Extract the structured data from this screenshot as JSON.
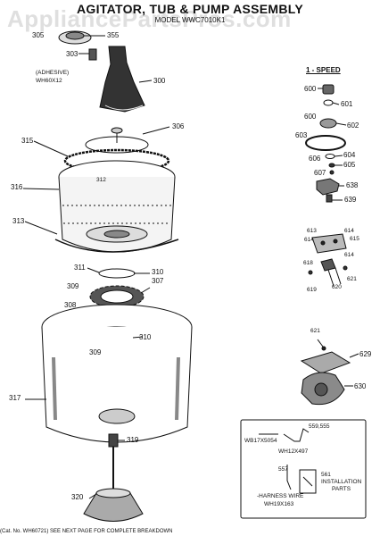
{
  "title": "AGITATOR, TUB & PUMP ASSEMBLY",
  "subtitle": "MODEL WWC7010K1",
  "watermark": "AppliancePartsPros.com",
  "speed_label": "1 - SPEED",
  "adhesive_label": "(ADHESIVE)",
  "adhesive_part": "WH60X12",
  "labels": {
    "p305": "305",
    "p355": "355",
    "p303": "303",
    "p300": "300",
    "p306": "306",
    "p315": "315",
    "p312": "312",
    "p316": "316",
    "p313": "313",
    "p311": "311",
    "p310a": "310",
    "p307": "307",
    "p309a": "309",
    "p308": "308",
    "p310b": "310",
    "p309b": "309",
    "p317": "317",
    "p319": "319",
    "p320": "320",
    "p600a": "600",
    "p601": "601",
    "p600b": "600",
    "p602": "602",
    "p603": "603",
    "p604": "604",
    "p606": "606",
    "p605": "605",
    "p607": "607",
    "p638": "638",
    "p639": "639",
    "p613": "613",
    "p614a": "614",
    "p614b": "614",
    "p615": "615",
    "p614c": "614",
    "p618": "618",
    "p621a": "621",
    "p620": "620",
    "p619": "619",
    "p621b": "621",
    "p629": "629",
    "p630": "630",
    "p559": "559,555",
    "wb17": "WB17X5054",
    "wh12": "WH12X497",
    "p557": "557",
    "p561": "561",
    "install1": "INSTALLATION",
    "install2": "PARTS",
    "harness": "-HARNESS WIRE",
    "wh19": "WH19X163"
  },
  "footer": "(Cat. No. WH60721)    SEE NEXT PAGE FOR COMPLETE BREAKDOWN"
}
